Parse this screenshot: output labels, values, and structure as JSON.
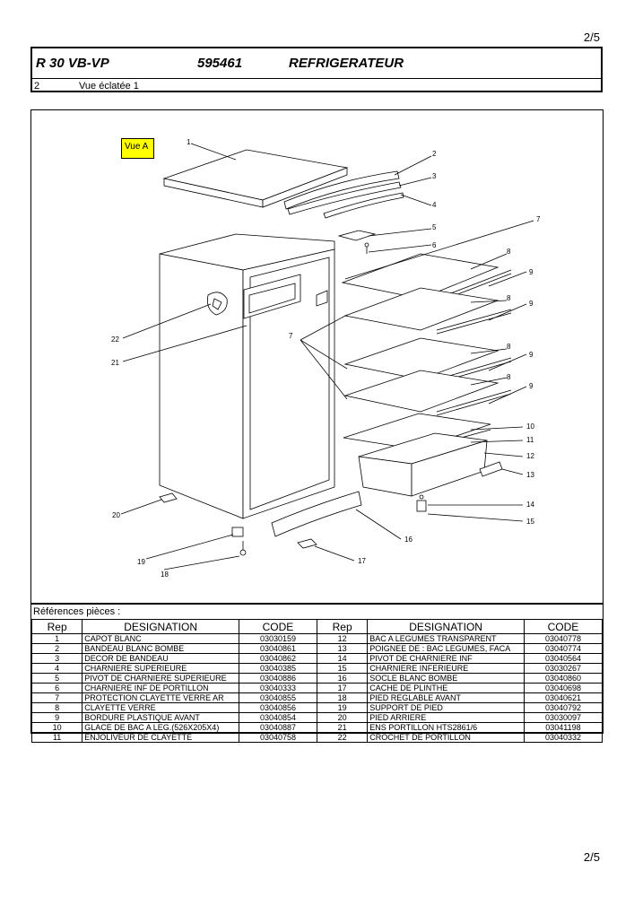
{
  "page": {
    "number": "2/5"
  },
  "header": {
    "model": "R 30 VB-VP",
    "code": "595461",
    "title": "REFRIGERATEUR",
    "section_number": "2",
    "section_label": "Vue éclatée 1"
  },
  "drawing": {
    "view_label": "Vue A",
    "callouts": [
      "1",
      "2",
      "3",
      "4",
      "5",
      "6",
      "7",
      "8",
      "9",
      "8",
      "9",
      "8",
      "9",
      "8",
      "9",
      "10",
      "11",
      "12",
      "13",
      "14",
      "15",
      "16",
      "17",
      "18",
      "19",
      "20",
      "21",
      "22",
      "7"
    ]
  },
  "references": {
    "title": "Références pièces  :",
    "headers": [
      "Rep",
      "DESIGNATION",
      "CODE",
      "Rep",
      "DESIGNATION",
      "CODE"
    ],
    "rows": [
      [
        "1",
        "CAPOT BLANC",
        "03030159",
        "12",
        "BAC A LEGUMES TRANSPARENT",
        "03040778"
      ],
      [
        "2",
        "BANDEAU BLANC BOMBE",
        "03040861",
        "13",
        "POIGNEE DE : BAC LEGUMES, FACA",
        "03040774"
      ],
      [
        "3",
        "DECOR DE BANDEAU",
        "03040862",
        "14",
        "PIVOT DE CHARNIERE INF",
        "03040564"
      ],
      [
        "4",
        "CHARNIERE SUPERIEURE",
        "03040385",
        "15",
        "CHARNIERE INFERIEURE",
        "03030267"
      ],
      [
        "5",
        "PIVOT DE CHARNIERE SUPERIEURE",
        "03040886",
        "16",
        "SOCLE BLANC BOMBE",
        "03040860"
      ],
      [
        "6",
        "CHARNIERE INF DE PORTILLON",
        "03040333",
        "17",
        "CACHE DE PLINTHE",
        "03040698"
      ],
      [
        "7",
        "PROTECTION CLAYETTE VERRE AR",
        "03040855",
        "18",
        "PIED REGLABLE AVANT",
        "03040621"
      ],
      [
        "8",
        "CLAYETTE VERRE",
        "03040856",
        "19",
        "SUPPORT DE PIED",
        "03040792"
      ],
      [
        "9",
        "BORDURE PLASTIQUE AVANT",
        "03040854",
        "20",
        "PIED ARRIERE",
        "03030097"
      ],
      [
        "10",
        "GLACE DE BAC A LEG.(526X205X4)",
        "03040887",
        "21",
        "ENS PORTILLON HTS2861/6",
        "03041198"
      ],
      [
        "11",
        "ENJOLIVEUR DE CLAYETTE",
        "03040758",
        "22",
        "CROCHET DE PORTILLON",
        "03040332"
      ]
    ]
  }
}
